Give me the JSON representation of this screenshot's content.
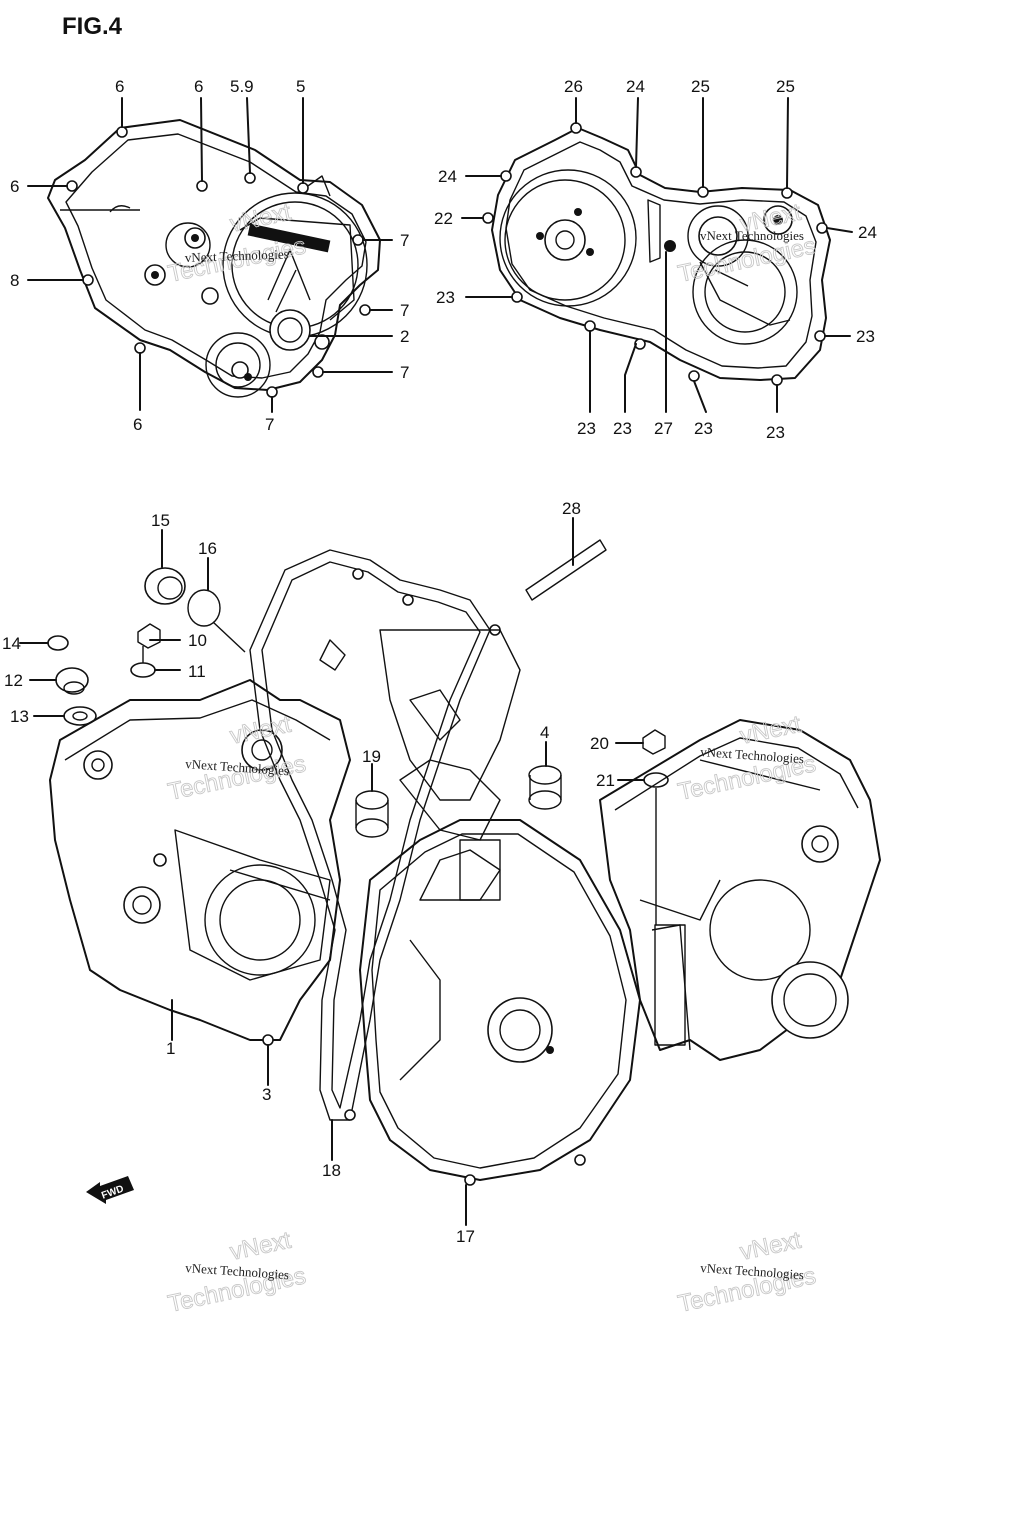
{
  "figure_title": "FIG.4",
  "fwd_label": "FWD",
  "watermark": {
    "company": "vNext Technologies",
    "word1": "vNext",
    "word2": "Technologies"
  },
  "callouts_left_cover": [
    "6",
    "6",
    "5.9",
    "5",
    "6",
    "7",
    "8",
    "7",
    "2",
    "7",
    "6",
    "7"
  ],
  "callouts_right_cover": [
    "26",
    "24",
    "25",
    "25",
    "24",
    "22",
    "24",
    "23",
    "23",
    "23",
    "23",
    "27",
    "23",
    "23"
  ],
  "callouts_crankcase": [
    "15",
    "16",
    "28",
    "14",
    "10",
    "12",
    "11",
    "13",
    "20",
    "4",
    "19",
    "21",
    "1",
    "3",
    "18",
    "17"
  ]
}
